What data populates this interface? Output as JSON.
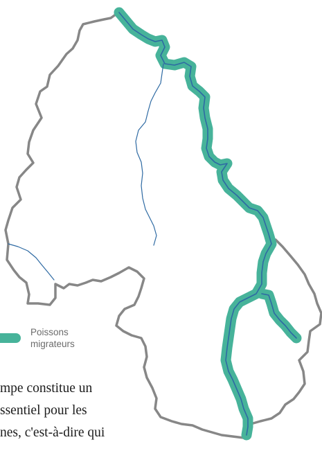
{
  "colors": {
    "border": "#878787",
    "migratory_fish_band": "#47b39a",
    "river": "#2e6aa3"
  },
  "legend": {
    "label": "Poissons\nmigrateurs"
  },
  "text": {
    "lines": [
      "mpe constitue un",
      "ssentiel pour les",
      "nes, c'est-à-dire qui"
    ]
  }
}
